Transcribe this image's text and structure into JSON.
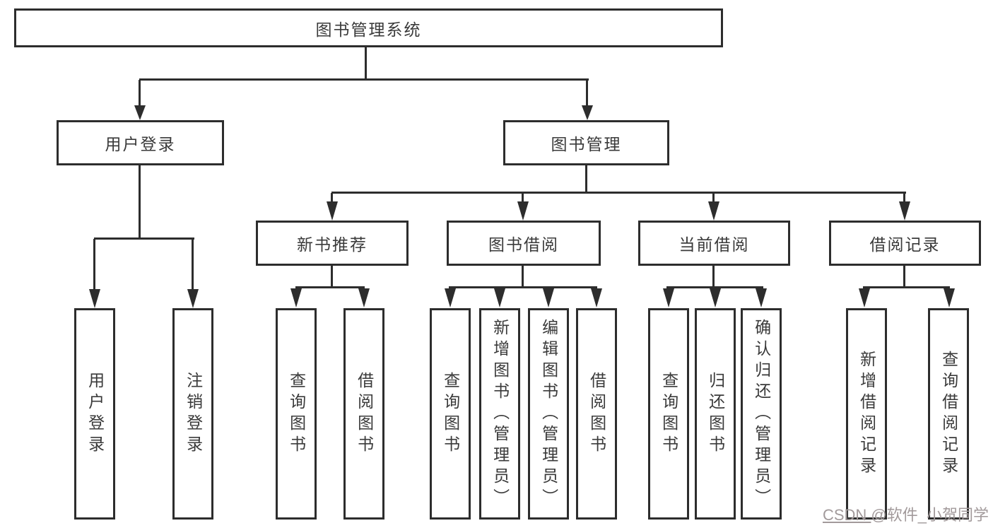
{
  "tree": {
    "root": {
      "label": "图书管理系统"
    },
    "branches": [
      {
        "label": "用户登录",
        "children": [
          {
            "label": "用户登录"
          },
          {
            "label": "注销登录"
          }
        ]
      },
      {
        "label": "图书管理",
        "children": [
          {
            "label": "新书推荐",
            "children": [
              {
                "label": "查询图书"
              },
              {
                "label": "借阅图书"
              }
            ]
          },
          {
            "label": "图书借阅",
            "children": [
              {
                "label": "查询图书"
              },
              {
                "label": "新增图书（管理员）"
              },
              {
                "label": "编辑图书（管理员）"
              },
              {
                "label": "借阅图书"
              }
            ]
          },
          {
            "label": "当前借阅",
            "children": [
              {
                "label": "查询图书"
              },
              {
                "label": "归还图书"
              },
              {
                "label": "确认归还（管理员）"
              }
            ]
          },
          {
            "label": "借阅记录",
            "children": [
              {
                "label": "新增借阅记录"
              },
              {
                "label": "查询借阅记录"
              }
            ]
          }
        ]
      }
    ]
  },
  "watermark": {
    "site": "CSDN ",
    "handle": "@软件_小贺同学"
  },
  "colors": {
    "line": "#2d2d2d",
    "node_text": "#3a3a3a",
    "watermark": "#a29a9b",
    "canvas_bg": "#ffffff"
  }
}
